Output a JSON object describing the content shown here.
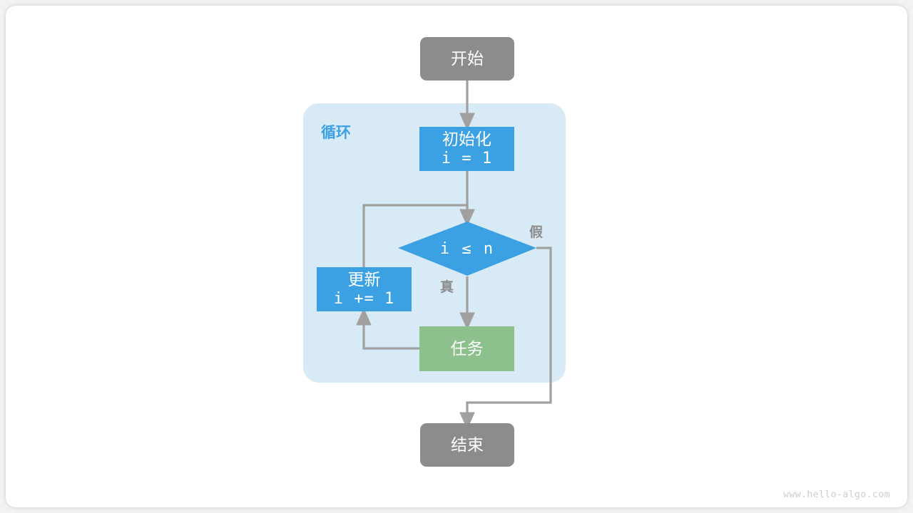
{
  "diagram": {
    "title_watermark": "www.hello-algo.com",
    "colors": {
      "terminator": "#8c8c8c",
      "process_blue": "#3ba1e3",
      "process_green": "#8cc08c",
      "loop_container": "#d9eaf7",
      "loop_label": "#3ba1e3",
      "edge": "#a0a0a0",
      "edge_label": "#8c8c8c",
      "card": "#ffffff",
      "page_background": "#f2f2f2"
    },
    "loop_group": {
      "label": "循环"
    },
    "nodes": {
      "start": {
        "label": "开始",
        "shape": "rounded-rectangle"
      },
      "init": {
        "label_line1": "初始化",
        "label_line2": "i = 1",
        "shape": "rectangle"
      },
      "condition": {
        "label": "i ≤ n",
        "shape": "diamond"
      },
      "update": {
        "label_line1": "更新",
        "label_line2": "i += 1",
        "shape": "rectangle"
      },
      "task": {
        "label": "任务",
        "shape": "rectangle"
      },
      "end": {
        "label": "结束",
        "shape": "rounded-rectangle"
      }
    },
    "edge_labels": {
      "true": "真",
      "false": "假"
    }
  }
}
